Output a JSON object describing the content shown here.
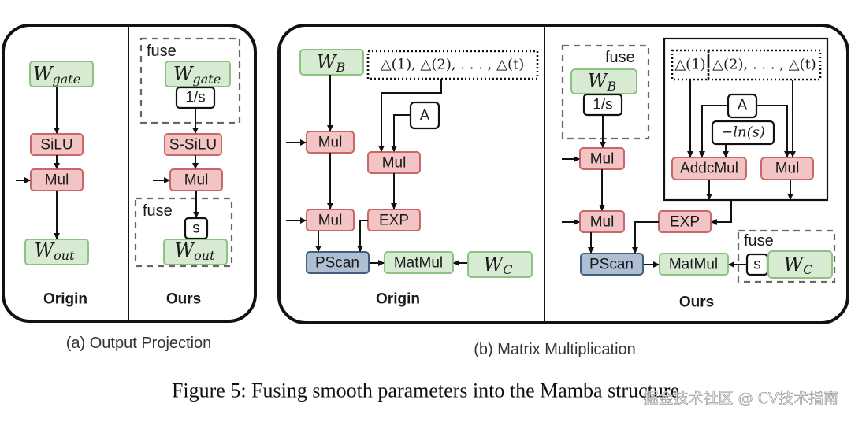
{
  "figure": {
    "caption": "Figure 5: Fusing smooth parameters into the Mamba structure",
    "watermark": "掘金技术社区 @ CV技术指南"
  },
  "panel_a": {
    "subcaption": "(a) Output Projection",
    "origin": {
      "title": "Origin",
      "nodes": {
        "w_gate": {
          "base": "W",
          "sub": "gate"
        },
        "silu": "SiLU",
        "mul": "Mul",
        "w_out": {
          "base": "W",
          "sub": "out"
        }
      }
    },
    "ours": {
      "title": "Ours",
      "fuse_label_top": "fuse",
      "fuse_label_bottom": "fuse",
      "nodes": {
        "w_gate": {
          "base": "W",
          "sub": "gate"
        },
        "inv_s": "1/s",
        "s_silu": "S-SiLU",
        "mul": "Mul",
        "s": "s",
        "w_out": {
          "base": "W",
          "sub": "out"
        }
      }
    }
  },
  "panel_b": {
    "subcaption": "(b) Matrix Multiplication",
    "origin": {
      "title": "Origin",
      "nodes": {
        "w_b": {
          "base": "W",
          "sub": "B"
        },
        "deltas": "△(1), △(2), . . . , △(t)",
        "a": "A",
        "mul1": "Mul",
        "mul2": "Mul",
        "mul3": "Mul",
        "exp": "EXP",
        "pscan": "PScan",
        "matmul": "MatMul",
        "w_c": {
          "base": "W",
          "sub": "C"
        }
      }
    },
    "ours": {
      "title": "Ours",
      "fuse_label_wb": "fuse",
      "fuse_label_wc": "fuse",
      "nodes": {
        "w_b": {
          "base": "W",
          "sub": "B"
        },
        "inv_s": "1/s",
        "delta_1": "△(1)",
        "delta_rest": "△(2), . . . , △(t)",
        "a": "A",
        "neg_ln_s": "−ln(s)",
        "addcmul": "AddcMul",
        "mul_inner": "Mul",
        "mul1": "Mul",
        "mul2": "Mul",
        "exp": "EXP",
        "pscan": "PScan",
        "matmul": "MatMul",
        "s": "s",
        "w_c": {
          "base": "W",
          "sub": "C"
        }
      }
    }
  }
}
